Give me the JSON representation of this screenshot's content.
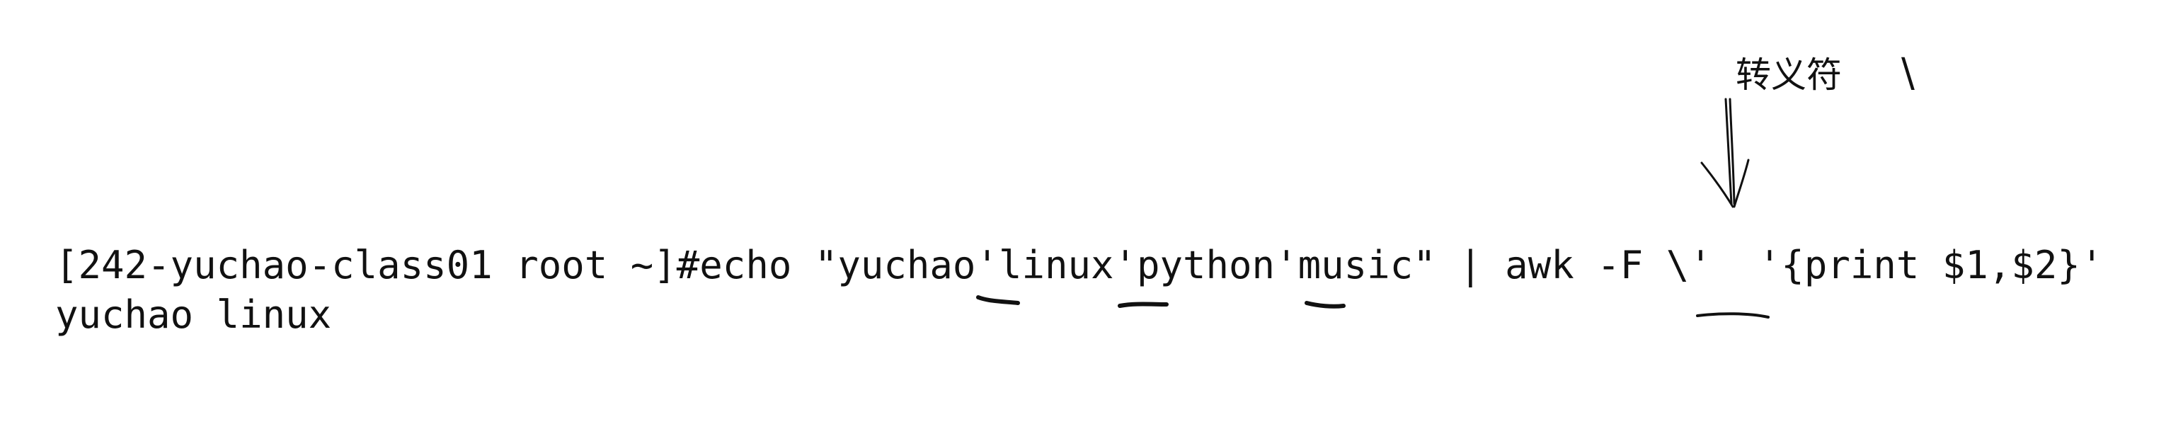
{
  "terminal": {
    "command_line": "[242-yuchao-class01 root ~]#echo \"yuchao'linux'python'music\" | awk -F \\'  '{print $1,$2}'",
    "output_line": "yuchao linux"
  },
  "annotation": {
    "label": "转义符",
    "symbol": "\\"
  }
}
